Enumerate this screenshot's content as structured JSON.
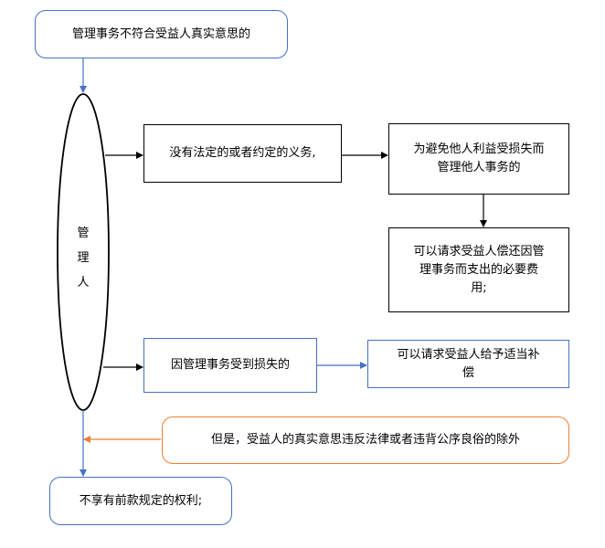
{
  "nodes": {
    "start": "管理事务不符合受益人真实意思的",
    "manager": "管\n理\n人",
    "no_duty": "没有法定的或者约定的义务,",
    "avoid_loss": "为避免他人利益受损失而\n管理他人事务的",
    "claim_expenses": "可以请求受益人偿还因管\n理事务而支出的必要费\n用;",
    "suffered_loss": "因管理事务受到损失的",
    "claim_compensation": "可以请求受益人给予适当补\n偿",
    "exception": "但是，受益人的真实意思违反法律或者违背公序良俗的除外",
    "no_rights": "不享有前款规定的权利;"
  },
  "colors": {
    "blue": "#4472c4",
    "orange": "#ed7d31",
    "black": "#000000"
  }
}
